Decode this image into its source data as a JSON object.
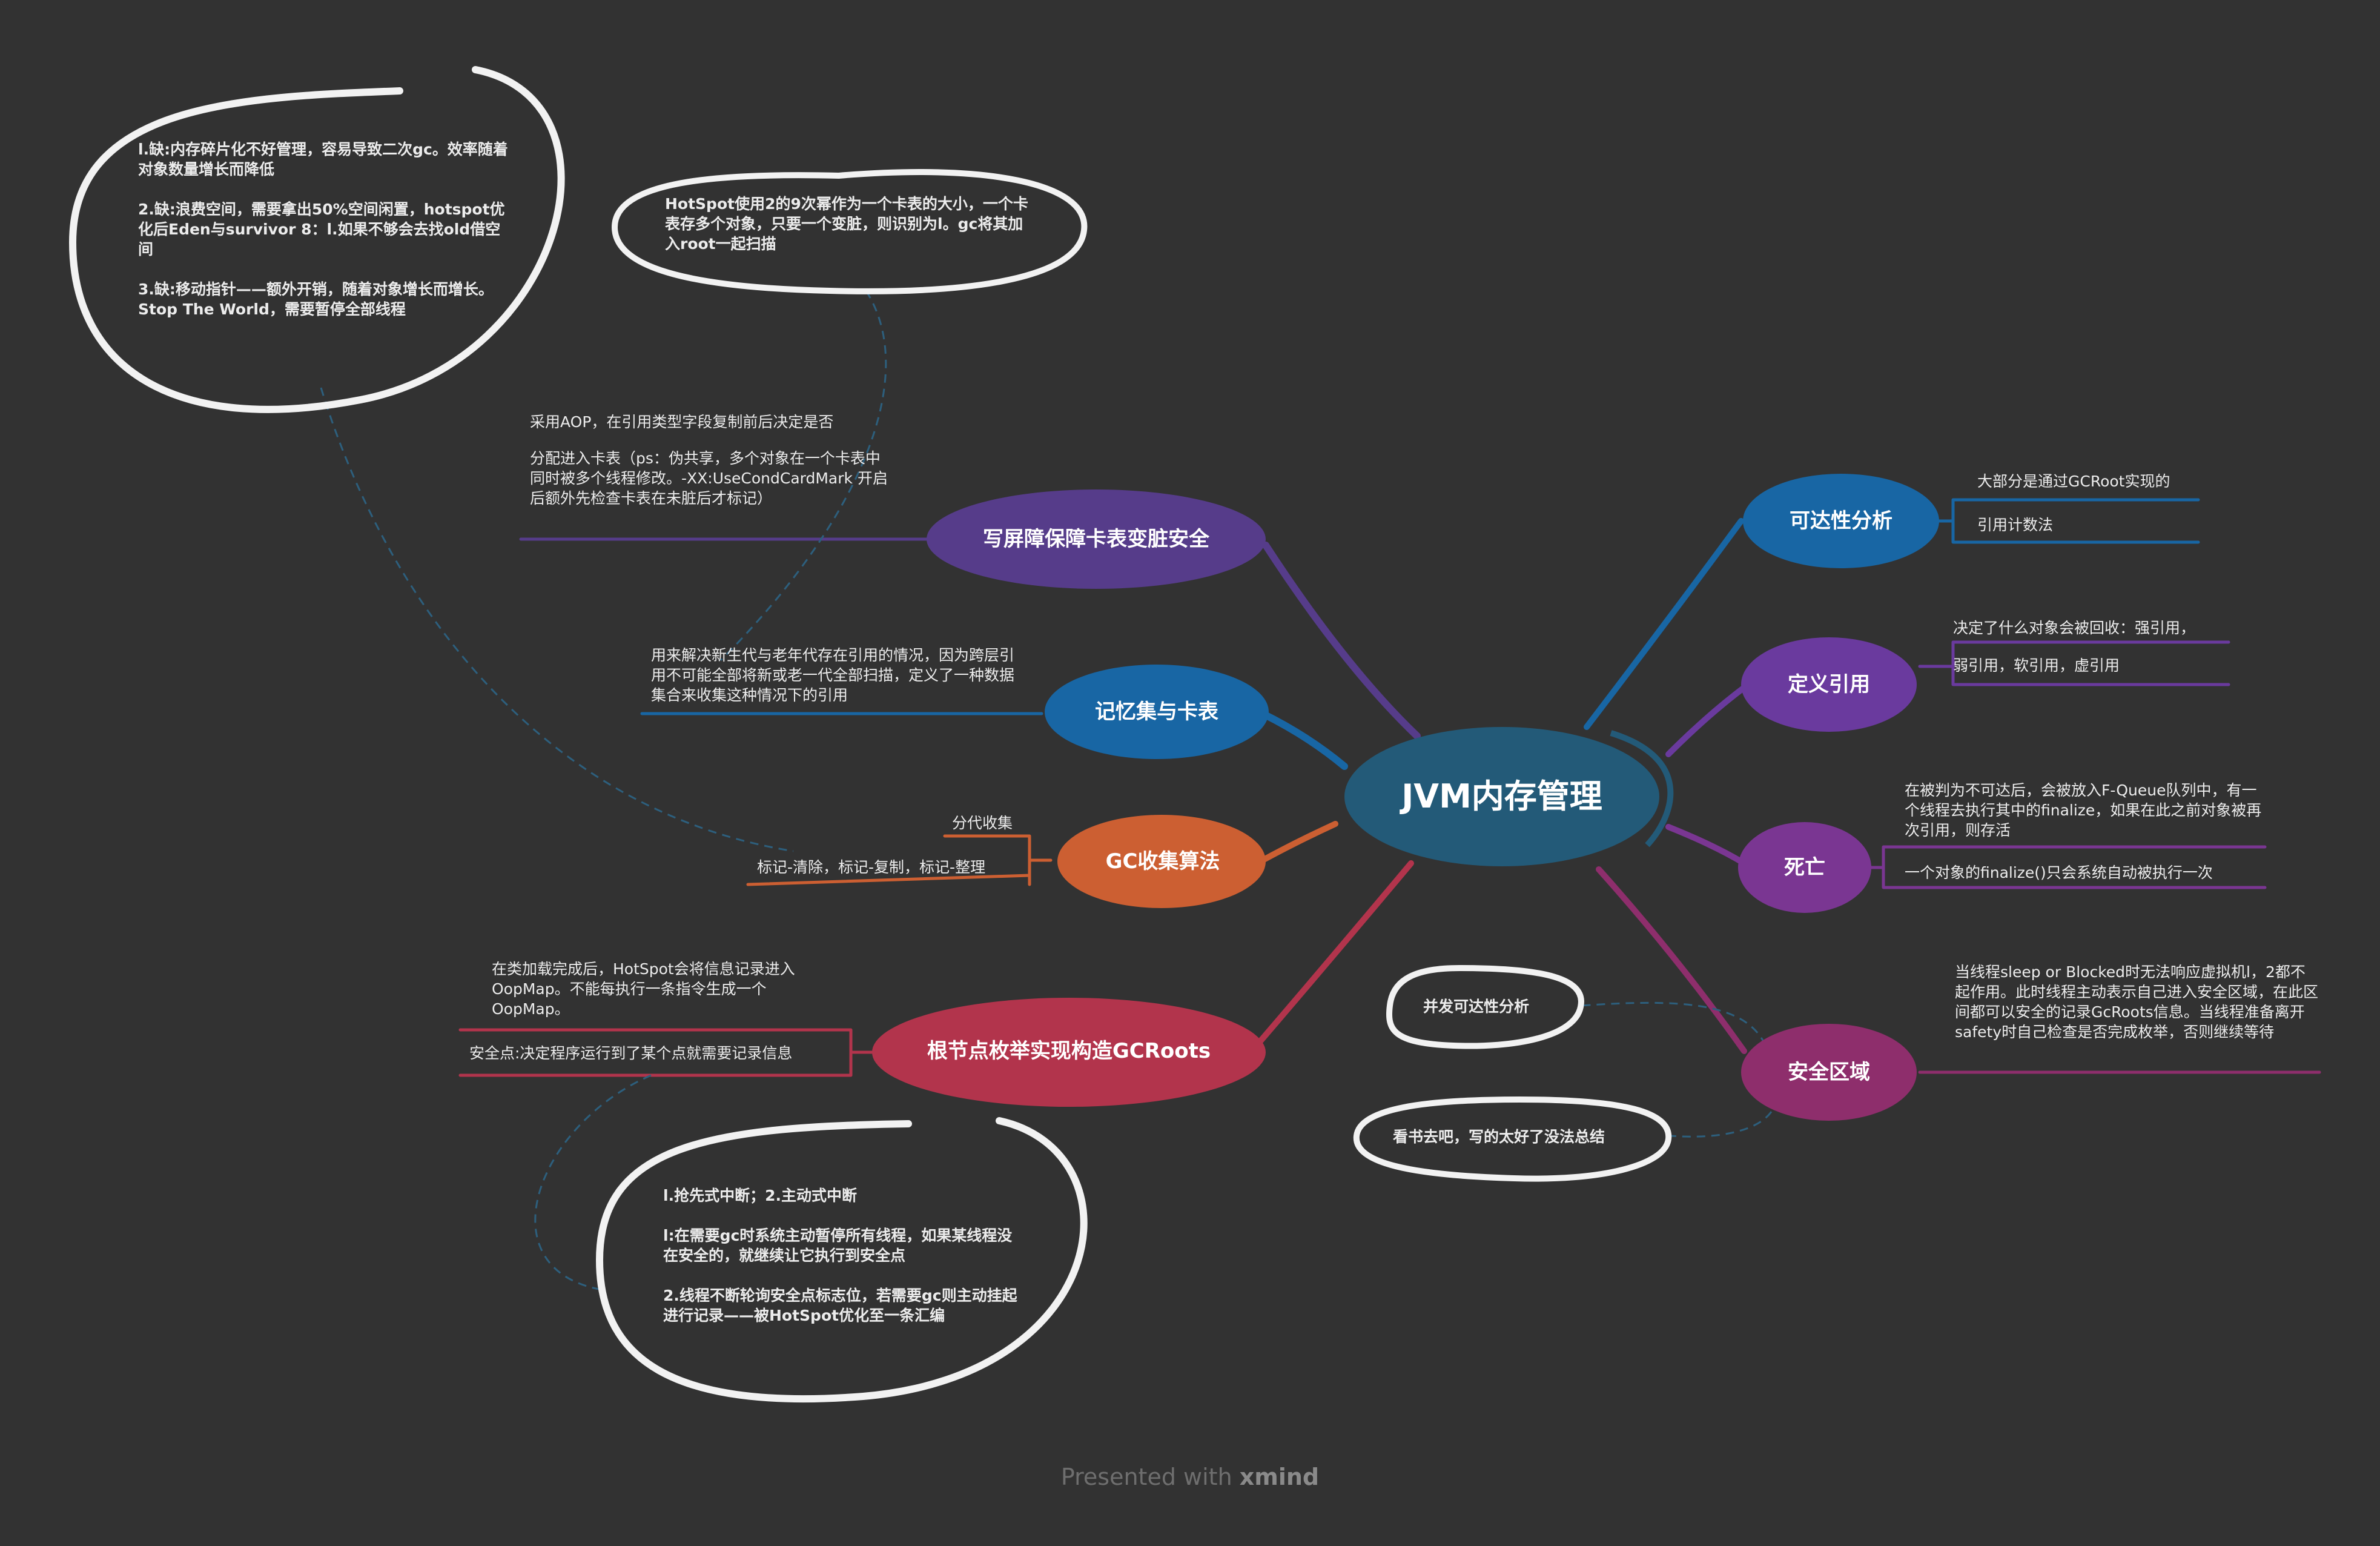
{
  "colors": {
    "background": "#323232",
    "center": "#235a78",
    "purple_dark": "#5a3d8c",
    "blue": "#1866a4",
    "orange": "#cc5f32",
    "red": "#b2344c",
    "purple": "#6a3a9e",
    "violet": "#7a3692",
    "magenta": "#8e2e6c",
    "note_outline": "#f2f2f2"
  },
  "center": {
    "label": "JVM内存管理"
  },
  "left_topics": {
    "write_barrier": {
      "label": "写屏障保障卡表变脏安全",
      "details": [
        "采用AOP，在引用类型字段复制前后决定是否",
        "分配进入卡表（ps：伪共享，多个对象在一个卡表中同时被多个线程修改。-XX:UseCondCardMark 开启后额外先检查卡表在未脏后才标记）"
      ]
    },
    "remembered_set": {
      "label": "记忆集与卡表",
      "details": [
        "用来解决新生代与老年代存在引用的情况，因为跨层引用不可能全部将新或老一代全部扫描，定义了一种数据集合来收集这种情况下的引用"
      ]
    },
    "gc_algorithm": {
      "label": "GC收集算法",
      "children": [
        "分代收集",
        "标记-清除，标记-复制，标记-整理"
      ]
    },
    "gc_roots": {
      "label": "根节点枚举实现构造GCRoots",
      "details": [
        "在类加载完成后，HotSpot会将信息记录进入OopMap。不能每执行一条指令生成一个OopMap。",
        "安全点:决定程序运行到了某个点就需要记录信息"
      ]
    }
  },
  "right_topics": {
    "reachability": {
      "label": "可达性分析",
      "children": [
        "大部分是通过GCRoot实现的",
        "引用计数法"
      ]
    },
    "reference": {
      "label": "定义引用",
      "children": [
        "决定了什么对象会被回收：强引用，",
        "弱引用，软引用，虚引用"
      ]
    },
    "death": {
      "label": "死亡",
      "children": [
        "在被判为不可达后，会被放入F-Queue队列中，有一个线程去执行其中的finalize，如果在此之前对象被再次引用，则存活",
        "一个对象的finalize()只会系统自动被执行一次"
      ]
    },
    "safe_region": {
      "label": "安全区域",
      "details": [
        "当线程sleep or Blocked时无法响应虚拟机l，2都不起作用。此时线程主动表示自己进入安全区域，在此区间都可以安全的记录GcRoots信息。当线程准备离开safety时自己检查是否完成枚举，否则继续等待"
      ]
    }
  },
  "notes": {
    "gc_cons": [
      "l.缺:内存碎片化不好管理，容易导致二次gc。效率随着对象数量增长而降低",
      "2.缺:浪费空间，需要拿出50%空间闲置，hotspot优化后Eden与survivor 8：l.如果不够会去找old借空间",
      "3.缺:移动指针——额外开销，随着对象增长而增长。Stop The World，需要暂停全部线程"
    ],
    "hotspot_card": [
      "HotSpot使用2的9次幂作为一个卡表的大小，一个卡表存多个对象，只要一个变脏，则识别为l。gc将其加入root一起扫描"
    ],
    "interrupt": [
      "l.抢先式中断；2.主动式中断",
      "l:在需要gc时系统主动暂停所有线程，如果某线程没在安全的，就继续让它执行到安全点",
      "2.线程不断轮询安全点标志位，若需要gc则主动挂起进行记录——被HotSpot优化至一条汇编"
    ],
    "concurrent": [
      "并发可达性分析"
    ],
    "read_book": [
      "看书去吧，写的太好了没法总结"
    ]
  },
  "footer": {
    "prefix": "Presented with ",
    "brand": "xmind"
  }
}
